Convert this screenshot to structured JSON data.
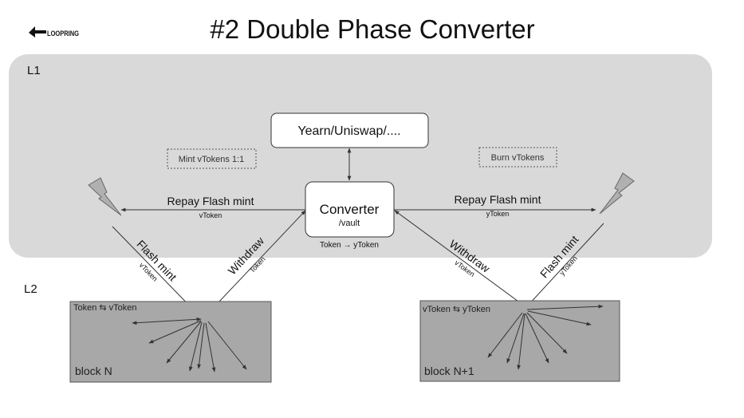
{
  "logo": {
    "text": "LOOPRING"
  },
  "title": "#2 Double Phase Converter",
  "layers": {
    "l1": "L1",
    "l2": "L2"
  },
  "top_box": {
    "label": "Yearn/Uniswap/...."
  },
  "converter": {
    "label": "Converter",
    "sub": "/vault",
    "note": "Token → yToken"
  },
  "mint_note": "Mint vTokens 1:1",
  "burn_note": "Burn vTokens",
  "left_repay": {
    "label": "Repay Flash mint",
    "sub": "vToken"
  },
  "right_repay": {
    "label": "Repay Flash mint",
    "sub": "yToken"
  },
  "left_flash": {
    "label": "Flash mint",
    "sub": "vToken"
  },
  "left_withdraw": {
    "label": "Withdraw",
    "sub": "Token"
  },
  "right_withdraw": {
    "label": "Withdraw",
    "sub": "vToken"
  },
  "right_flash": {
    "label": "Flash mint",
    "sub": "yToken"
  },
  "block_left": {
    "swap": "Token ⇆ vToken",
    "label": "block N"
  },
  "block_right": {
    "swap": "vToken ⇆ yToken",
    "label": "block N+1"
  },
  "colors": {
    "l1_region": "#d9d9d9",
    "block_fill": "#a8a8a8",
    "line": "#333333",
    "lightning_fill": "#b0b0b0",
    "lightning_stroke": "#666666"
  }
}
